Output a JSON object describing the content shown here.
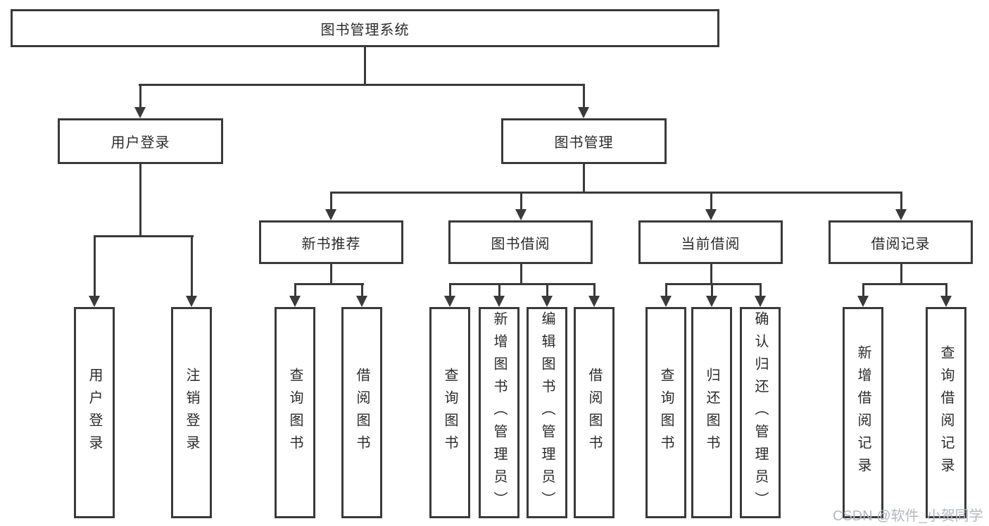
{
  "tree": {
    "root": "图书管理系统",
    "branches": [
      {
        "label": "用户登录",
        "children": [
          {
            "label": "用户登录"
          },
          {
            "label": "注销登录"
          }
        ]
      },
      {
        "label": "图书管理",
        "groups": [
          {
            "label": "新书推荐",
            "children": [
              {
                "label": "查询图书"
              },
              {
                "label": "借阅图书"
              }
            ]
          },
          {
            "label": "图书借阅",
            "children": [
              {
                "label": "查询图书"
              },
              {
                "label": "新增图书（管理员）"
              },
              {
                "label": "编辑图书（管理员）"
              },
              {
                "label": "借阅图书"
              }
            ]
          },
          {
            "label": "当前借阅",
            "children": [
              {
                "label": "查询图书"
              },
              {
                "label": "归还图书"
              },
              {
                "label": "确认归还（管理员）"
              }
            ]
          },
          {
            "label": "借阅记录",
            "children": [
              {
                "label": "新增借阅记录"
              },
              {
                "label": "查询借阅记录"
              }
            ]
          }
        ]
      }
    ]
  },
  "watermark": "CSDN @软件_小贺同学",
  "colors": {
    "line": "#3a3a3a",
    "text": "#2b2b2b",
    "background": "#ffffff",
    "watermark": "#b4b8c2"
  }
}
